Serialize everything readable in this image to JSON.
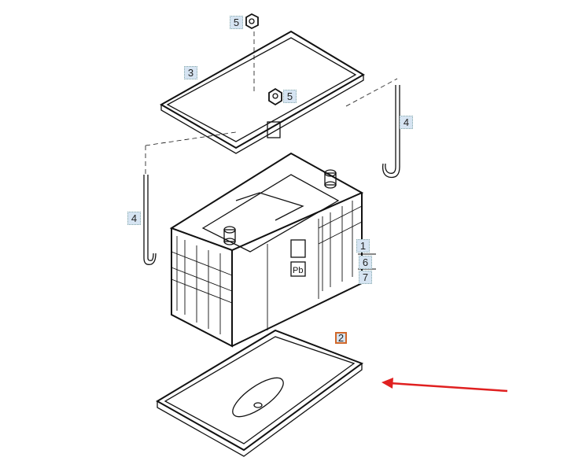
{
  "callouts": [
    {
      "id": "nut-top",
      "text": "5"
    },
    {
      "id": "cover",
      "text": "3"
    },
    {
      "id": "nut-mid",
      "text": "5"
    },
    {
      "id": "rod-right",
      "text": "4"
    },
    {
      "id": "rod-left",
      "text": "4"
    },
    {
      "id": "battery",
      "text": "1"
    },
    {
      "id": "part-6",
      "text": "6"
    },
    {
      "id": "part-7",
      "text": "7"
    },
    {
      "id": "tray",
      "text": "2"
    }
  ],
  "battery_marking": "Pb",
  "colors": {
    "highlight": "#d0672a",
    "arrow": "#e02020",
    "callout_bg": "#d6e4f2"
  }
}
